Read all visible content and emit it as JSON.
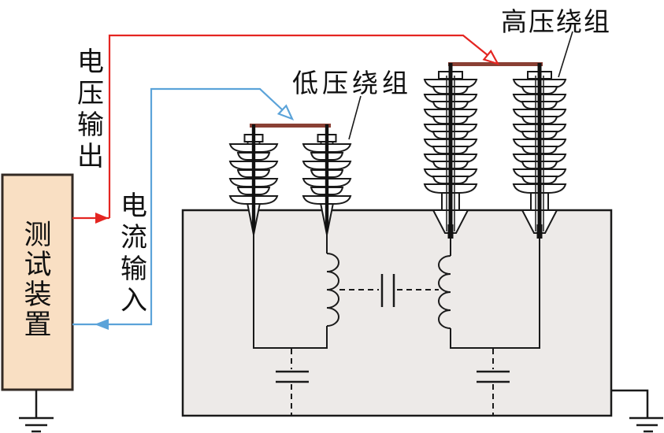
{
  "device": {
    "label": "测试装置"
  },
  "signals": {
    "voltage_output": "电压输出",
    "current_input": "电流输入"
  },
  "windings": {
    "low_voltage": "低压绕组",
    "high_voltage": "高压绕组"
  },
  "colors": {
    "voltage_line": "#e42521",
    "current_line": "#5ba3d9",
    "terminal_bar": "#8a4034",
    "device_fill": "#f9dfc3",
    "tank_fill": "#edeae8",
    "outline": "#1a1a1a"
  }
}
